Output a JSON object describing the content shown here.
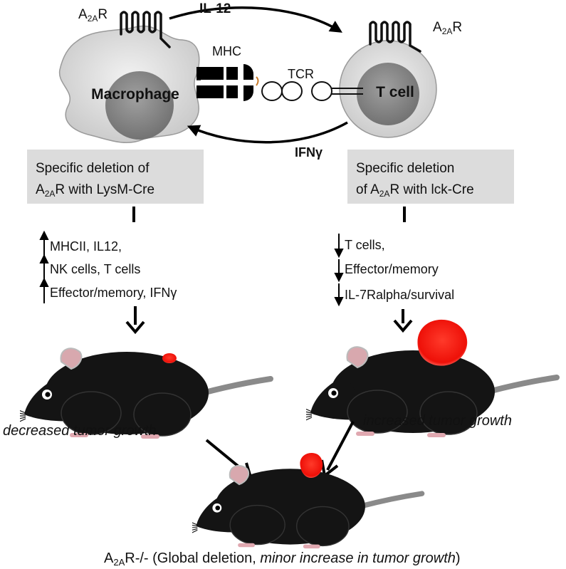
{
  "cells": {
    "macrophage": {
      "label": "Macrophage",
      "receptor_main": "A",
      "receptor_sub": "2A",
      "receptor_tail": "R"
    },
    "tcell": {
      "label": "T cell",
      "receptor_main": "A",
      "receptor_sub": "2A",
      "receptor_tail": "R"
    }
  },
  "interactions": {
    "il12": "IL-12",
    "ifng": "IFNγ",
    "mhc": "MHC",
    "tcr": "TCR"
  },
  "left_panel": {
    "box_line1": "Specific deletion of",
    "box_line2_main": "A",
    "box_line2_sub": "2A",
    "box_line2_tail": "R with LysM-Cre",
    "effects": [
      "MHCII, IL12,",
      "NK cells, T cells",
      "Effector/memory, IFNγ"
    ],
    "direction": "up",
    "outcome": "decreased tumor growth"
  },
  "right_panel": {
    "box_line1": "Specific deletion",
    "box_line2_main": "of A",
    "box_line2_sub": "2A",
    "box_line2_tail": "R with lck-Cre",
    "effects": [
      "T cells,",
      "Effector/memory",
      "IL-7Ralpha/survival"
    ],
    "direction": "down",
    "outcome": "increased tumor growth"
  },
  "bottom": {
    "caption_main": "A",
    "caption_sub": "2A",
    "caption_tail": "R-/- (Global deletion, ",
    "caption_italic": "minor increase in tumor growth",
    "caption_end": ")"
  },
  "colors": {
    "mouse_body": "#141414",
    "tumor": "#ff1a10",
    "box_fill": "#dcdcdc",
    "cell_fill": "#e4e4e4",
    "nucleus": "#888888",
    "tail": "#8a8a8a",
    "ear": "#d8a8ae"
  }
}
